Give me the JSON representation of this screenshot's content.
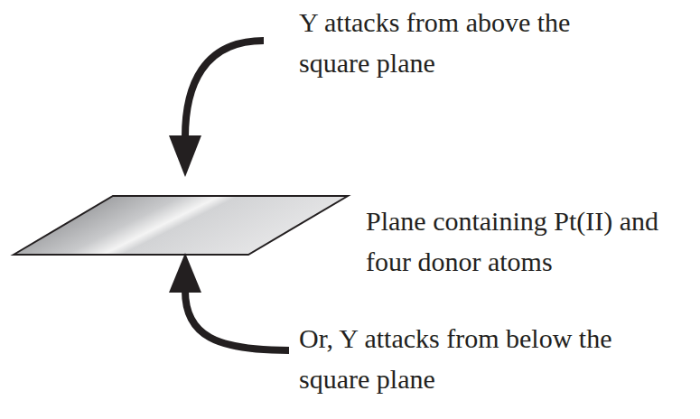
{
  "diagram": {
    "labels": [
      "Y attacks from above the square plane",
      "Plane containing Pt(II) and four donor atoms",
      "Or, Y attacks from below the square plane"
    ]
  }
}
